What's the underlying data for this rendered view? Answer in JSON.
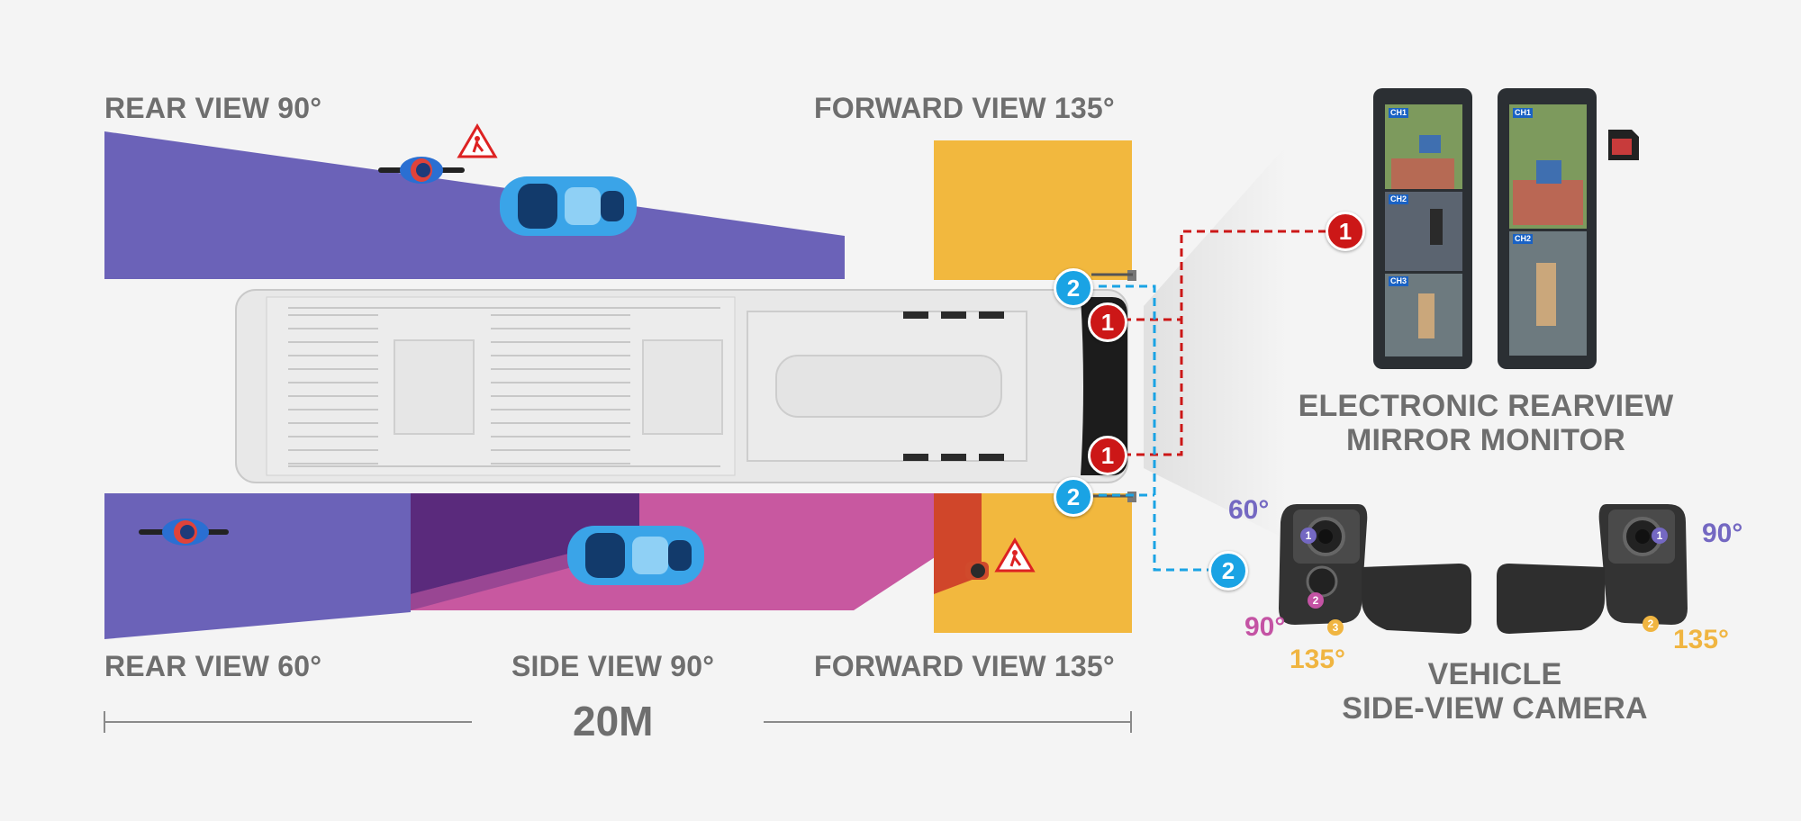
{
  "labels": {
    "rear_view_top": "REAR VIEW 90°",
    "forward_view_top": "FORWARD VIEW 135°",
    "rear_view_bottom": "REAR VIEW 60°",
    "side_view_bottom": "SIDE VIEW 90°",
    "forward_view_bottom": "FORWARD VIEW 135°",
    "scale": "20M"
  },
  "monitor_title": [
    "ELECTRONIC REARVIEW",
    "MIRROR MONITOR"
  ],
  "camera_title": [
    "VEHICLE",
    "SIDE-VIEW CAMERA"
  ],
  "monitor_channels": {
    "left": [
      "CH1",
      "CH2",
      "CH3"
    ],
    "right": [
      "CH1",
      "CH2"
    ]
  },
  "callouts": {
    "monitor_number": "1",
    "camera_number": "2"
  },
  "camera_angles": {
    "left_top": "60°",
    "left_middle": "90°",
    "left_bottom": "135°",
    "right_top": "90°",
    "right_bottom": "135°"
  },
  "lens_numbers": {
    "left": [
      "1",
      "2",
      "3"
    ],
    "right": [
      "1",
      "2"
    ]
  },
  "colors": {
    "rear_zone": "#6b62b8",
    "side_zone": "#c858a0",
    "overlap_zone": "#5a2a7c",
    "forward_zone": "#f2b83e",
    "monitor_line": "#cc1717",
    "camera_line": "#1aa3e4",
    "angle_purple": "#7468c2",
    "angle_pink": "#c453a4",
    "angle_yellow": "#f0b541"
  },
  "icons": [
    "warning-pedestrian-icon",
    "motorcycle-icon",
    "car-icon",
    "sd-card-icon"
  ]
}
